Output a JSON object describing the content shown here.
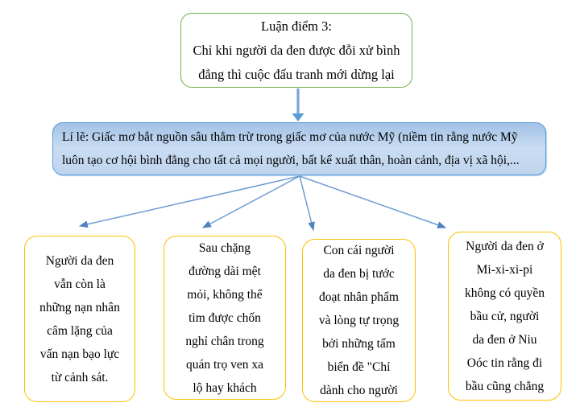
{
  "diagram": {
    "top_box": {
      "text": "Luận điểm 3:\nChỉ khi người da đen được đỗi xử bình\nđẳng thì cuộc đấu tranh mới dừng lại"
    },
    "reason_box": {
      "text": "Lí lẽ: Giấc mơ bắt nguồn sâu thẳm trừ trong giấc mơ của nước Mỹ (niềm tin rằng nước Mỹ\nluôn tạo cơ hội bình đẳng cho tất cả mọi người, bất kể xuất thân, hoàn cảnh, địa vị xã hội,..."
    },
    "evidence_boxes": [
      {
        "text": "Người da đen\nvẫn còn là\nnhững nạn nhân\ncâm lặng của\nvấn nạn bạo lực\ntừ cảnh sát."
      },
      {
        "text": "Sau chặng\nđường dài mệt\nmỏi, không thể\ntìm được chốn\nnghỉ chân trong\nquán trọ ven xa\nlộ hay khách"
      },
      {
        "text": "Con cái người\nda đen bị tước\nđoạt nhân phẩm\nvà lòng tự trọng\nbởi những tấm\nbiển đề \"Chỉ\ndành cho người"
      },
      {
        "text": "Người da đen ở\nMi-xi-xi-pi\nkhông có quyền\nbầu cử, người\nda đen ở Niu\nOóc tin rằng đi\nbầu cũng chẳng"
      }
    ],
    "colors": {
      "top_box_border": "#70AD47",
      "reason_box_border": "#5B9BD5",
      "reason_box_fill_top": "#A2C2E6",
      "reason_box_fill_bottom": "#C9DCF2",
      "evidence_box_border": "#FFC000",
      "arrow": "#6D9DD3",
      "text": "#000000",
      "background": "#FFFFFF"
    }
  }
}
